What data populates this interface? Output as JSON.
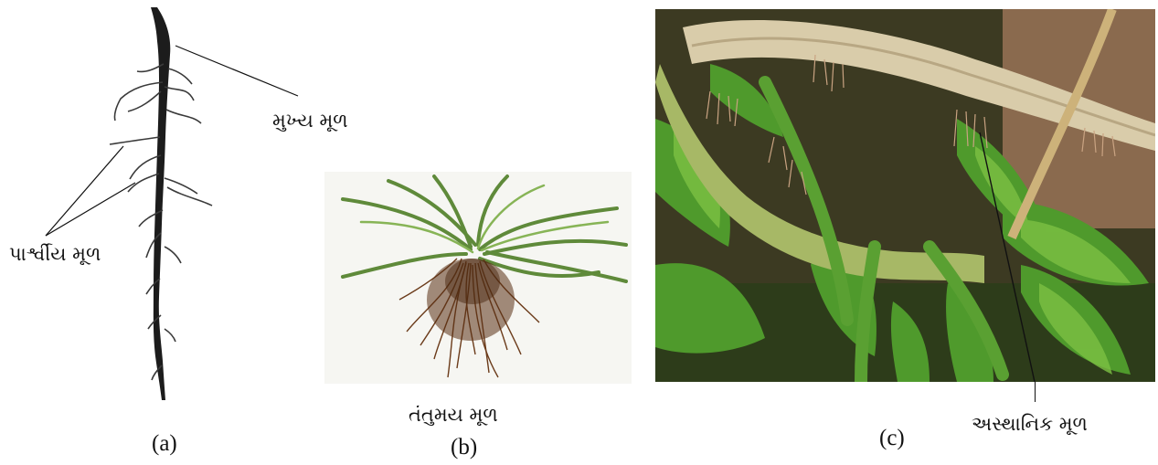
{
  "figure": {
    "panel_a": {
      "label_main_root": "મુખ્ય મૂળ",
      "label_lateral_root": "પાર્શ્વીય મૂળ",
      "caption": "(a)"
    },
    "panel_b": {
      "label_fibrous_root": "તંતુમય મૂળ",
      "caption": "(b)"
    },
    "panel_c": {
      "label_adventitious_root": "અસ્થાનિક મૂળ",
      "caption": "(c)"
    }
  }
}
